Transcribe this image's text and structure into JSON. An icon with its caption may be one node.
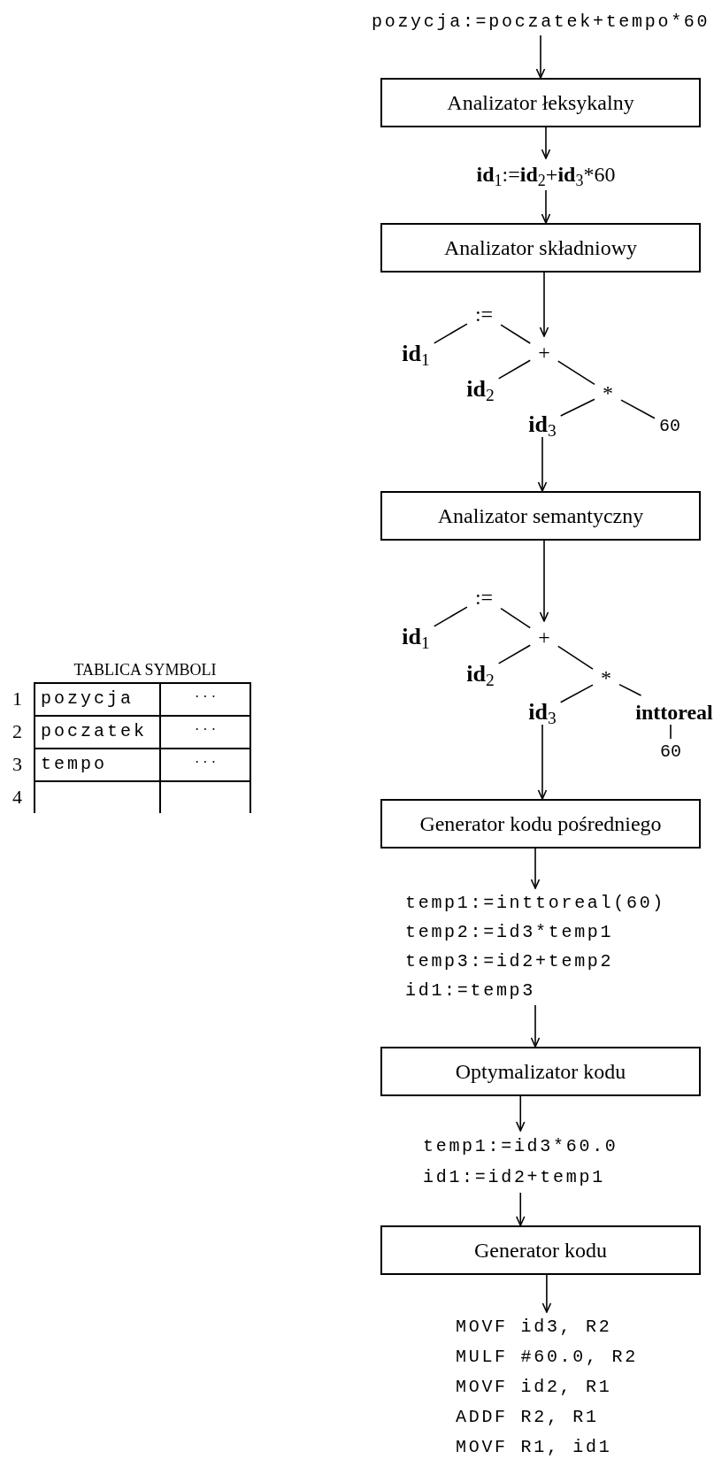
{
  "diagram": {
    "nodes": [
      {
        "text": [
          "pozycja:=poczatek+tempo*60"
        ]
      },
      {
        "text": [
          "Analizator łeksykalny"
        ]
      },
      {
        "text": [
          "**id**$_{1}$:=**id**$_{2}$+**id**$_{3}$*60"
        ]
      },
      {
        "text": [
          "Analizator składniowy"
        ]
      },
      {
        "text": [
          ":="
        ]
      },
      {
        "text": [
          "**id**$_{1}$"
        ]
      },
      {
        "text": [
          "+"
        ]
      },
      {
        "text": [
          "**id**$_{2}$"
        ]
      },
      {
        "text": [
          "*"
        ]
      },
      {
        "text": [
          "**id**$_{3}$"
        ]
      },
      {
        "text": [
          "60"
        ]
      },
      {
        "text": [
          "Analizator semantyczny"
        ]
      },
      {
        "text": [
          ":="
        ]
      },
      {
        "text": [
          "**id**$_{1}$"
        ]
      },
      {
        "text": [
          "+"
        ]
      },
      {
        "text": [
          "**id**$_{2}$"
        ]
      },
      {
        "text": [
          "*"
        ]
      },
      {
        "text": [
          "**id**$_{3}$"
        ]
      },
      {
        "text": [
          "inttoreal"
        ]
      },
      {
        "text": [
          "60"
        ]
      },
      {
        "text": [
          "Generator kodu pośredniego"
        ]
      },
      {
        "text": [
          "temp1:=inttoreal(60)",
          "temp2:=id3*temp1",
          "temp3:=id2+temp2",
          "id1:=temp3"
        ]
      },
      {
        "text": [
          "Optymalizator kodu"
        ]
      },
      {
        "text": [
          "temp1:=id3*60.0",
          "id1:=id2+temp1"
        ]
      },
      {
        "text": [
          "Generator kodu"
        ]
      },
      {
        "text": [
          "MOVF id3, R2",
          "MULF #60.0, R2",
          "MOVF id2, R1",
          "ADDF R2, R1",
          "MOVF R1, id1"
        ]
      }
    ],
    "edges": [
      {
        "from": 0,
        "to": 1,
        "arrow": "to"
      },
      {
        "from": 1,
        "to": 2,
        "arrow": "to"
      },
      {
        "from": 2,
        "to": 3,
        "arrow": "to"
      },
      {
        "from": 3,
        "to": 6,
        "arrow": "to"
      },
      {
        "from": 4,
        "to": 5,
        "arrow": "none"
      },
      {
        "from": 4,
        "to": 6,
        "arrow": "none"
      },
      {
        "from": 6,
        "to": 7,
        "arrow": "none"
      },
      {
        "from": 6,
        "to": 8,
        "arrow": "none"
      },
      {
        "from": 8,
        "to": 9,
        "arrow": "none"
      },
      {
        "from": 8,
        "to": 10,
        "arrow": "none"
      },
      {
        "from": 9,
        "to": 11,
        "arrow": "to"
      },
      {
        "from": 11,
        "to": 14,
        "arrow": "to"
      },
      {
        "from": 12,
        "to": 13,
        "arrow": "none"
      },
      {
        "from": 12,
        "to": 14,
        "arrow": "none"
      },
      {
        "from": 14,
        "to": 15,
        "arrow": "none"
      },
      {
        "from": 14,
        "to": 16,
        "arrow": "none"
      },
      {
        "from": 16,
        "to": 17,
        "arrow": "none"
      },
      {
        "from": 16,
        "to": 18,
        "arrow": "none"
      },
      {
        "from": 18,
        "to": 19,
        "arrow": "none"
      },
      {
        "from": 17,
        "to": 20,
        "arrow": "to"
      },
      {
        "from": 20,
        "to": 21,
        "arrow": "to"
      },
      {
        "from": 21,
        "to": 22,
        "arrow": "to"
      },
      {
        "from": 22,
        "to": 23,
        "arrow": "to"
      },
      {
        "from": 23,
        "to": 24,
        "arrow": "to"
      },
      {
        "from": 24,
        "to": 25,
        "arrow": "to"
      }
    ],
    "labels": [
      "TABLICA SYMBOLI",
      "1",
      "pozycja",
      "· · ·",
      "2",
      "poczatek",
      "· · ·",
      "3",
      "tempo",
      "· · ·",
      "4"
    ]
  }
}
